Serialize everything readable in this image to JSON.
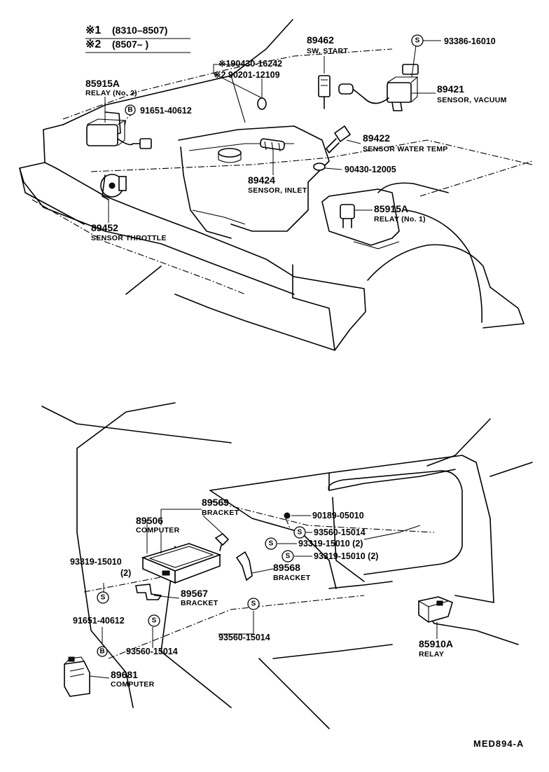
{
  "legend": [
    {
      "mark": "※1",
      "range": "(8310–8507)"
    },
    {
      "mark": "※2",
      "range": "(8507–        )"
    }
  ],
  "top": {
    "p89462": {
      "pn": "89462",
      "desc": "SW, START"
    },
    "p93386": {
      "pn": "93386-16010",
      "sym": "S"
    },
    "p89421": {
      "pn": "89421",
      "desc": "SENSOR, VACUUM"
    },
    "p90430_16242": {
      "pn": "※190430-16242"
    },
    "p90201": {
      "pn": "※2 90201-12109"
    },
    "p85915A_2": {
      "pn": "85915A",
      "desc": "RELAY (No. 2)"
    },
    "p91651_top": {
      "pn": "91651-40612",
      "sym": "B"
    },
    "p89422": {
      "pn": "89422",
      "desc": "SENSOR WATER TEMP"
    },
    "p90430_12005": {
      "pn": "90430-12005"
    },
    "p89424": {
      "pn": "89424",
      "desc": "SENSOR, INLET"
    },
    "p85915A_1": {
      "pn": "85915A",
      "desc": "RELAY (No. 1)"
    },
    "p89452": {
      "pn": "89452",
      "desc": "SENSOR THROTTLE"
    }
  },
  "bottom": {
    "p89569": {
      "pn": "89569",
      "desc": "BRACKET"
    },
    "p89506": {
      "pn": "89506",
      "desc": "COMPUTER"
    },
    "p90189": {
      "pn": "90189-05010"
    },
    "p93560_a": {
      "pn": "93560-15014",
      "sym": "S"
    },
    "p93319_a": {
      "pn": "93319-15010 (2)",
      "sym": "S"
    },
    "p93319_b": {
      "pn": "93319-15010 (2)",
      "sym": "S"
    },
    "p89568": {
      "pn": "89568",
      "desc": "BRACKET"
    },
    "p93319_left": {
      "pn": "93319-15010",
      "qty": "(2)",
      "sym": "S"
    },
    "p89567": {
      "pn": "89567",
      "desc": "BRACKET"
    },
    "p91651_bot": {
      "pn": "91651-40612",
      "sym": "B"
    },
    "p93560_b": {
      "pn": "93560-15014",
      "sym": "S"
    },
    "p93560_c": {
      "pn": "93560-15014",
      "sym": "S"
    },
    "p89681": {
      "pn": "89681",
      "desc": "COMPUTER"
    },
    "p85910A": {
      "pn": "85910A",
      "desc": "RELAY"
    }
  },
  "ref_code": "MED894-A"
}
